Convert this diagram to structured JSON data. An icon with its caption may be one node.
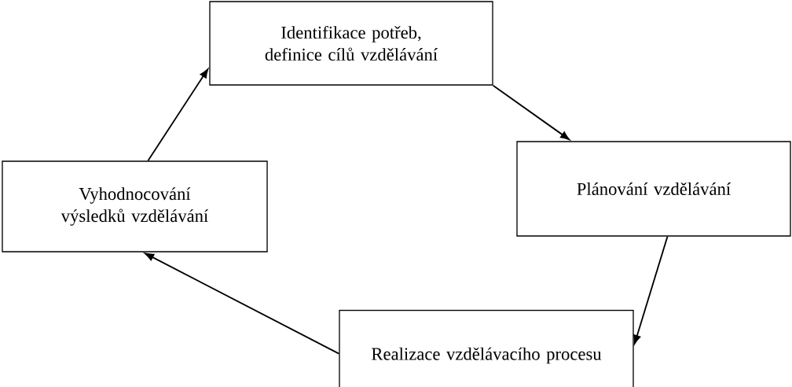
{
  "diagram": {
    "nodes": [
      {
        "text": [
          "Identifikace potřeb, definice cílů vzdělávání"
        ]
      },
      {
        "text": [
          "Plánování vzdělávání"
        ]
      },
      {
        "text": [
          "Realizace vzdělávacího procesu"
        ]
      },
      {
        "text": [
          "Vyhodnocování výsledků vzdělávání"
        ]
      }
    ],
    "edges": [
      {
        "from": 3,
        "to": 0,
        "arrow": "to"
      },
      {
        "from": 0,
        "to": 1,
        "arrow": "to"
      },
      {
        "from": 1,
        "to": 2,
        "arrow": "to"
      },
      {
        "from": 2,
        "to": 3,
        "arrow": "to"
      }
    ]
  }
}
